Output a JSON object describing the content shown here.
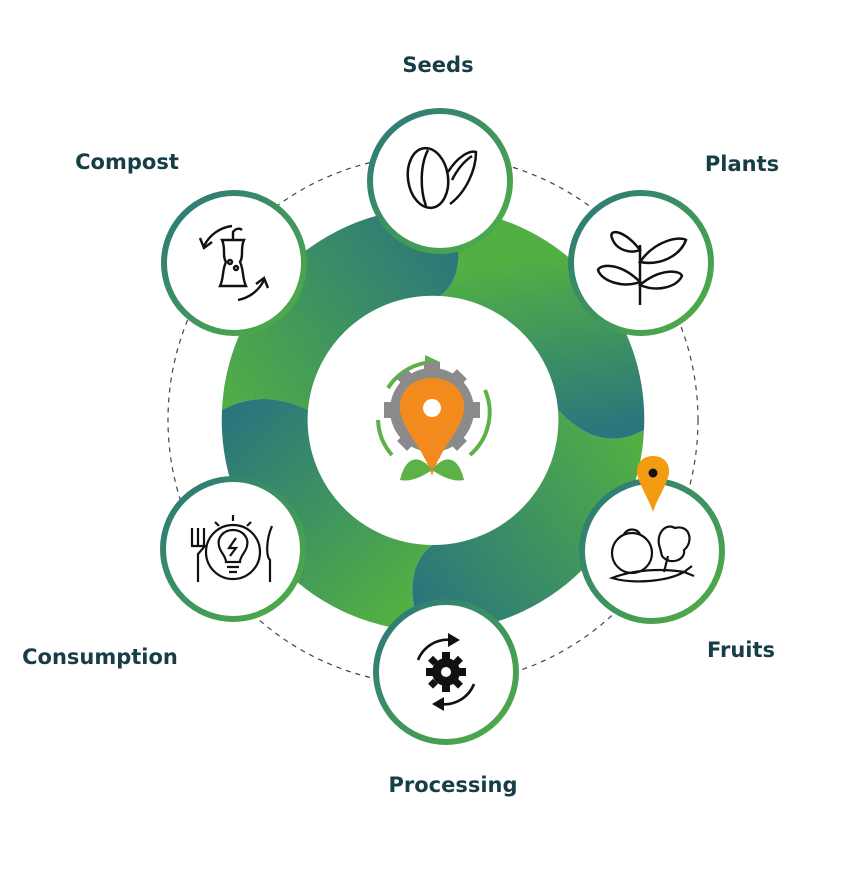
{
  "colors": {
    "green": "#52b043",
    "teal": "#2a767c",
    "label": "#173e46",
    "pin_orange": "#f39c12",
    "logo_orange": "#f28a1e",
    "logo_gray": "#8b8b8b",
    "logo_green": "#5cb247"
  },
  "stages": [
    {
      "id": "seeds",
      "label": "Seeds",
      "icon": "seeds-icon"
    },
    {
      "id": "plants",
      "label": "Plants",
      "icon": "plant-sprout-icon"
    },
    {
      "id": "fruits",
      "label": "Fruits",
      "icon": "fruits-vegetables-icon",
      "marker": "location-pin-icon"
    },
    {
      "id": "processing",
      "label": "Processing",
      "icon": "gear-cycle-icon"
    },
    {
      "id": "consumption",
      "label": "Consumption",
      "icon": "dining-energy-icon"
    },
    {
      "id": "compost",
      "label": "Compost",
      "icon": "apple-core-recycle-icon"
    }
  ],
  "center": {
    "icon": "gear-location-leaf-logo"
  }
}
